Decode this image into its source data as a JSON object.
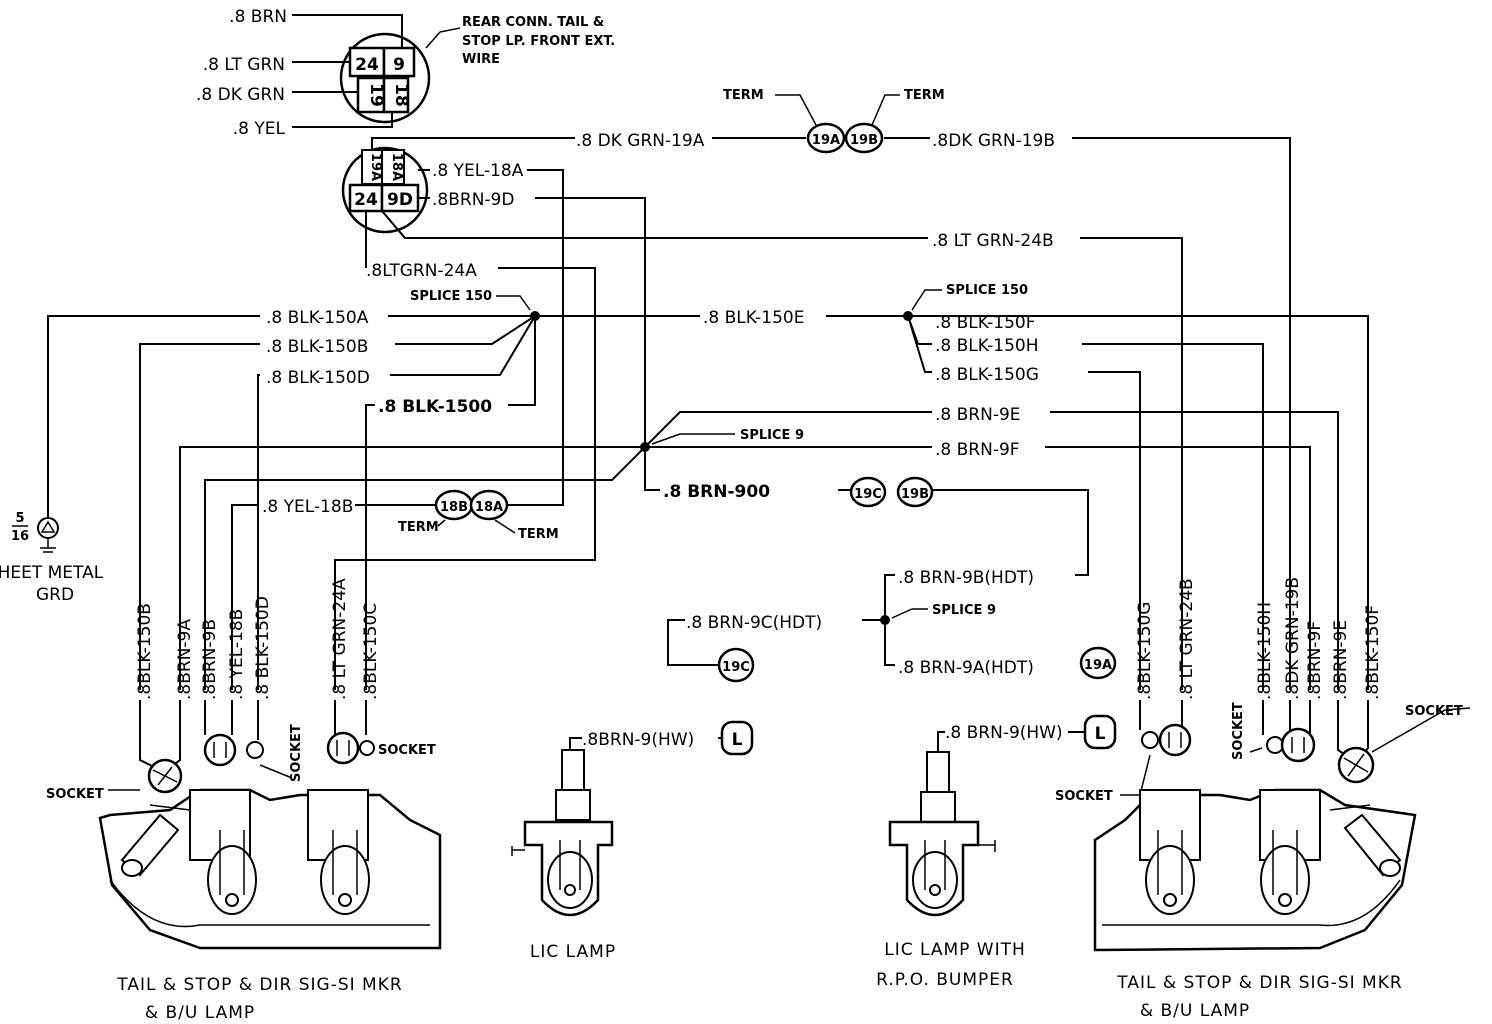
{
  "connector_top": {
    "wires": [
      ".8 BRN",
      ".8 LT GRN",
      ".8 DK GRN",
      ".8 YEL"
    ],
    "cavities": [
      "24",
      "9",
      "19",
      "18"
    ],
    "note_lines": [
      "REAR CONN. TAIL &",
      "STOP LP. FRONT EXT.",
      "WIRE"
    ]
  },
  "connector_mid": {
    "cavities": [
      "19A",
      "18A",
      "24",
      "9D"
    ],
    "wires": [
      ".8 YEL-18A",
      ".8BRN-9D",
      ".8LTGRN-24A"
    ]
  },
  "wires": {
    "dk_grn_19a": ".8 DK GRN-19A",
    "dk_grn_19b": ".8DK GRN-19B",
    "lt_grn_24b": ".8 LT GRN-24B",
    "blk_150a": ".8 BLK-150A",
    "blk_150b": ".8 BLK-150B",
    "blk_150d": ".8 BLK-150D",
    "blk_1500": ".8 BLK-1500",
    "blk_150e": ".8 BLK-150E",
    "blk_150f": ".8 BLK-150F",
    "blk_150h": ".8 BLK-150H",
    "blk_150g": ".8 BLK-150G",
    "brn_9e": ".8 BRN-9E",
    "brn_9f": ".8 BRN-9F",
    "brn_900": ".8 BRN-900",
    "yel_18b": ".8 YEL-18B",
    "brn_9b_hdt": ".8 BRN-9B(HDT)",
    "brn_9c_hdt": ".8 BRN-9C(HDT)",
    "brn_9a_hdt": ".8 BRN-9A(HDT)",
    "brn_9_hw_1": ".8BRN-9(HW)",
    "brn_9_hw_2": ".8 BRN-9(HW)"
  },
  "terminals": {
    "t19a": "19A",
    "t19b": "19B",
    "t18b": "18B",
    "t18a": "18A",
    "t19c": "19C",
    "t9b": "19B",
    "t9c": "19C",
    "t9a": "19A",
    "l1": "L",
    "l2": "L"
  },
  "labels": {
    "term": "TERM",
    "splice150": "SPLICE 150",
    "splice9": "SPLICE 9",
    "socket": "SOCKET",
    "ground_size_num": "5",
    "ground_size_den": "16",
    "ground": [
      "SHEET METAL",
      "GRD"
    ]
  },
  "vertical_left": [
    ".8BLK-150B",
    ".8BRN-9A",
    ".8BRN-9B",
    ".8 YEL-18B",
    ".8 BLK-150D",
    ".8 LT GRN-24A",
    ".8BLK-150C"
  ],
  "vertical_right": [
    ".8BLK-150G",
    ".8 LT GRN-24B",
    ".8BLK-150H",
    ".8DK GRN-19B",
    ".8BRN-9F",
    ".8BRN-9E",
    ".8BLK-150F"
  ],
  "captions": {
    "left_lamp": [
      "TAIL & STOP & DIR SIG-SI MKR",
      "& B/U LAMP"
    ],
    "lic_lamp": "LIC  LAMP",
    "lic_lamp_bumper": [
      "LIC LAMP WITH",
      "R.P.O. BUMPER"
    ],
    "right_lamp": [
      "TAIL & STOP & DIR SIG-SI MKR",
      "& B/U LAMP"
    ]
  }
}
